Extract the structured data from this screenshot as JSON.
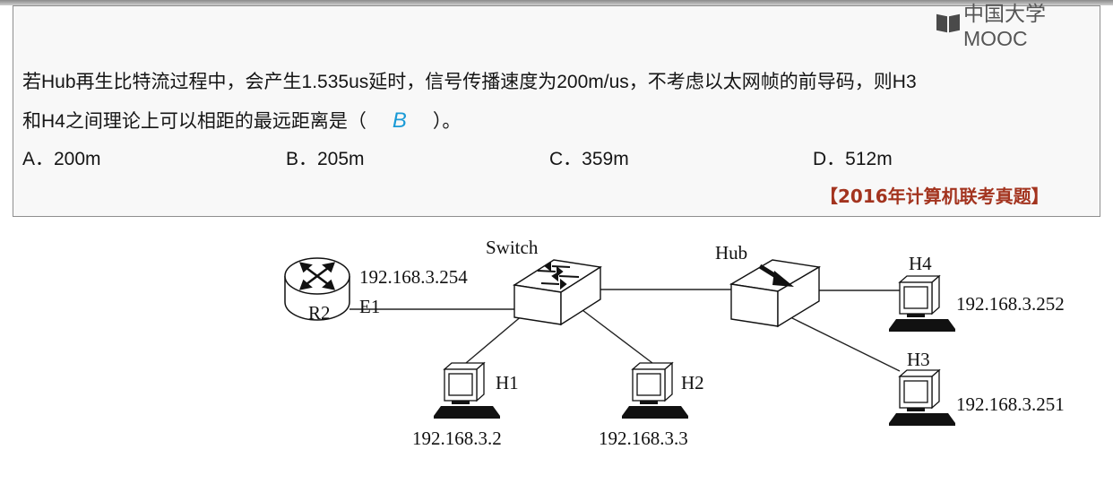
{
  "brand": {
    "logo_text": "中国大学MOOC"
  },
  "question": {
    "line1": "若Hub再生比特流过程中，会产生1.535us延时，信号传播速度为200m/us，不考虑以太网帧的前导码，则H3",
    "line2_prefix": "和H4之间理论上可以相距的最远距离是（",
    "answer": "B",
    "line2_suffix": "）。",
    "options": [
      {
        "text": "A．200m"
      },
      {
        "text": "B．205m"
      },
      {
        "text": "C．359m"
      },
      {
        "text": "D．512m"
      }
    ],
    "source": "【2016年计算机联考真题】"
  },
  "diagram": {
    "router": {
      "name": "R2",
      "ip": "192.168.3.254",
      "port": "E1"
    },
    "switch": {
      "label": "Switch"
    },
    "hub": {
      "label": "Hub"
    },
    "hosts": [
      {
        "name": "H1",
        "ip": "192.168.3.2"
      },
      {
        "name": "H2",
        "ip": "192.168.3.3"
      },
      {
        "name": "H4",
        "ip": "192.168.3.252"
      },
      {
        "name": "H3",
        "ip": "192.168.3.251"
      }
    ]
  }
}
